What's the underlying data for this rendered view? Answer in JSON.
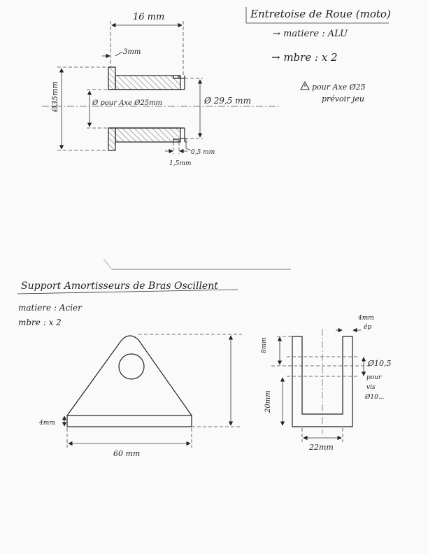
{
  "top": {
    "title": "Entretoise de Roue (moto)",
    "material": "→ matiere : ALU",
    "quantity": "→ mbre : x 2",
    "warning_icon": "warning-triangle-icon",
    "note_line1": "pour Axe Ø25",
    "note_line2": "prévoir jeu",
    "dims": {
      "width": "16 mm",
      "flange": "3mm",
      "outer_dia": "Ø35mm",
      "bore": "Ø pour Axe Ø25mm",
      "shoulder_dia": "Ø 29,5 mm",
      "groove_depth": "0,5 mm",
      "groove_width": "1,5mm"
    }
  },
  "bottom": {
    "title": "Support Amortisseurs de Bras Oscillent",
    "material": "matiere : Acier",
    "quantity": "mbre : x 2",
    "dims": {
      "plate_thickness": "4mm",
      "base_length": "60 mm",
      "wall_thickness_top": "4mm",
      "wall_thickness_bottom": "ép",
      "hole_offset": "8mm",
      "hole_dia": "Ø10,5",
      "hole_note_1": "pour",
      "hole_note_2": "vis",
      "hole_note_3": "Ø10...",
      "height": "20mm",
      "inner_width": "22mm"
    }
  }
}
